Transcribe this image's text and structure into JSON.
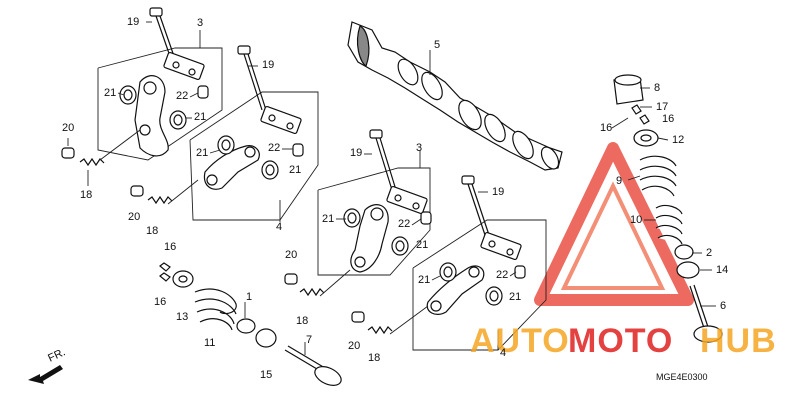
{
  "diagram": {
    "code": "MGE4E0300",
    "front_arrow": "FR.",
    "watermark": {
      "part1": "AUTO",
      "part2": "MOTO",
      "part3": "HUB",
      "orange": "#f5a623",
      "red": "#e02020"
    },
    "labels": {
      "l19a": "19",
      "l3a": "3",
      "l21a": "21",
      "l22a": "22",
      "l21b": "21",
      "l20a": "20",
      "l18a": "18",
      "l19b": "19",
      "l21c": "21",
      "l22b": "22",
      "l21d": "21",
      "l20b": "20",
      "l18b": "18",
      "l4a": "4",
      "l5": "5",
      "l19c": "19",
      "l3b": "3",
      "l21e": "21",
      "l22c": "22",
      "l21f": "21",
      "l19d": "19",
      "l21g": "21",
      "l22d": "22",
      "l21h": "21",
      "l20c": "20",
      "l18c": "18",
      "l20d": "20",
      "l18d": "18",
      "l4b": "4",
      "l16a": "16",
      "l16b": "16",
      "l13": "13",
      "l1": "1",
      "l11": "11",
      "l15": "15",
      "l7": "7",
      "l8": "8",
      "l17": "17",
      "l16c": "16",
      "l16d": "16",
      "l12": "12",
      "l9": "9",
      "l10": "10",
      "l2": "2",
      "l14": "14",
      "l6": "6"
    }
  }
}
